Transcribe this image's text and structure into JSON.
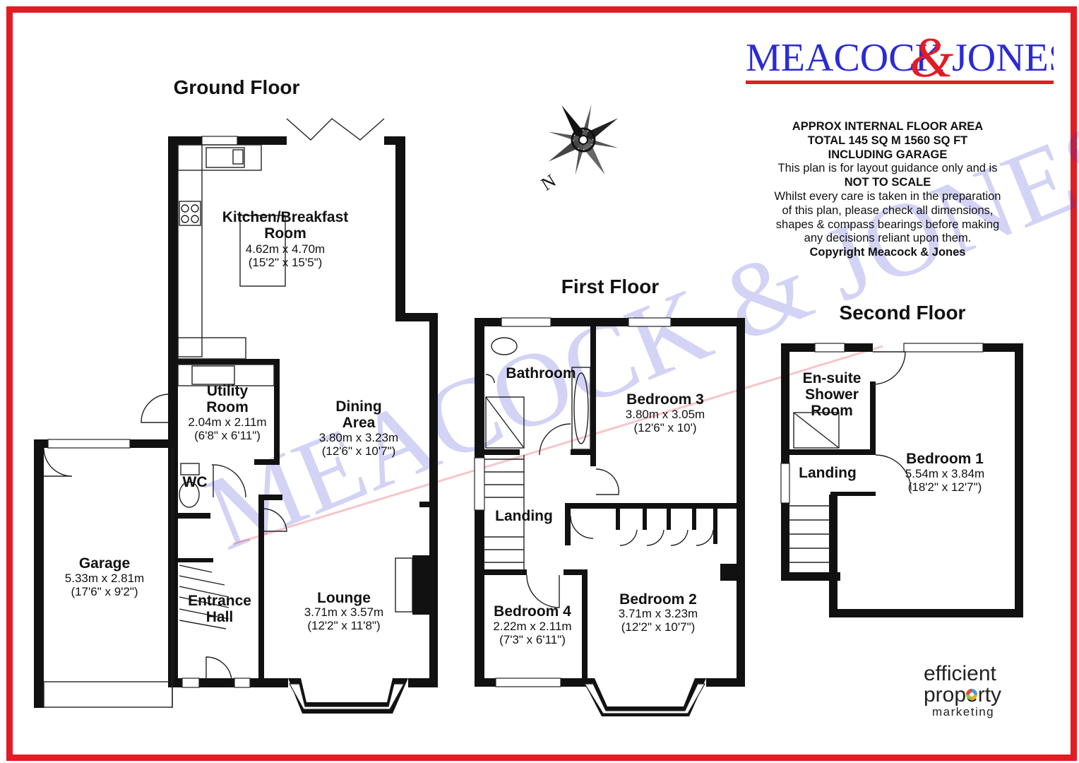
{
  "brand": {
    "left": "MEACOCK",
    "amp": "&",
    "right": "JONES",
    "watermark": "MEACOCK & JONES",
    "colors": {
      "blue": "#2b2bd4",
      "red": "#e31b23",
      "frame": "#e31b23"
    }
  },
  "compass": {
    "label": "N",
    "icon": "compass-rose-icon"
  },
  "info": {
    "line1": "APPROX INTERNAL FLOOR AREA",
    "line2": "TOTAL 145 SQ M 1560 SQ FT",
    "line3": "INCLUDING GARAGE",
    "line4": "This plan is for layout guidance only and is",
    "line5": "NOT TO SCALE",
    "line6": "Whilst every care is taken in the preparation",
    "line7": "of this plan, please check all dimensions,",
    "line8": "shapes & compass bearings before making",
    "line9": "any decisions reliant upon them.",
    "line10": "Copyright Meacock & Jones"
  },
  "floors": {
    "ground": {
      "title": "Ground Floor",
      "kitchen": {
        "name1": "Kitchen/Breakfast",
        "name2": "Room",
        "metric": "4.62m x 4.70m",
        "imperial": "(15'2\" x 15'5\")"
      },
      "utility": {
        "name1": "Utility",
        "name2": "Room",
        "metric": "2.04m x 2.11m",
        "imperial": "(6'8\" x 6'11\")"
      },
      "dining": {
        "name1": "Dining",
        "name2": "Area",
        "metric": "3.80m x 3.23m",
        "imperial": "(12'6\" x 10'7\")"
      },
      "wc": {
        "name": "WC"
      },
      "garage": {
        "name": "Garage",
        "metric": "5.33m x 2.81m",
        "imperial": "(17'6\" x 9'2\")"
      },
      "hall": {
        "name1": "Entrance",
        "name2": "Hall"
      },
      "lounge": {
        "name": "Lounge",
        "metric": "3.71m x 3.57m",
        "imperial": "(12'2\" x 11'8\")"
      }
    },
    "first": {
      "title": "First Floor",
      "bathroom": {
        "name": "Bathroom"
      },
      "bedroom3": {
        "name": "Bedroom 3",
        "metric": "3.80m x 3.05m",
        "imperial": "(12'6\" x 10')"
      },
      "landing": {
        "name": "Landing"
      },
      "bedroom4": {
        "name": "Bedroom 4",
        "metric": "2.22m x 2.11m",
        "imperial": "(7'3\" x 6'11\")"
      },
      "bedroom2": {
        "name": "Bedroom 2",
        "metric": "3.71m x 3.23m",
        "imperial": "(12'2\" x 10'7\")"
      }
    },
    "second": {
      "title": "Second Floor",
      "ensuite": {
        "name1": "En-suite",
        "name2": "Shower",
        "name3": "Room"
      },
      "landing": {
        "name": "Landing"
      },
      "bedroom1": {
        "name": "Bedroom 1",
        "metric": "5.54m x 3.84m",
        "imperial": "(18'2\" x 12'7\")"
      }
    }
  },
  "credit": {
    "line1": "efficient",
    "line2": "property",
    "line3": "marketing"
  }
}
